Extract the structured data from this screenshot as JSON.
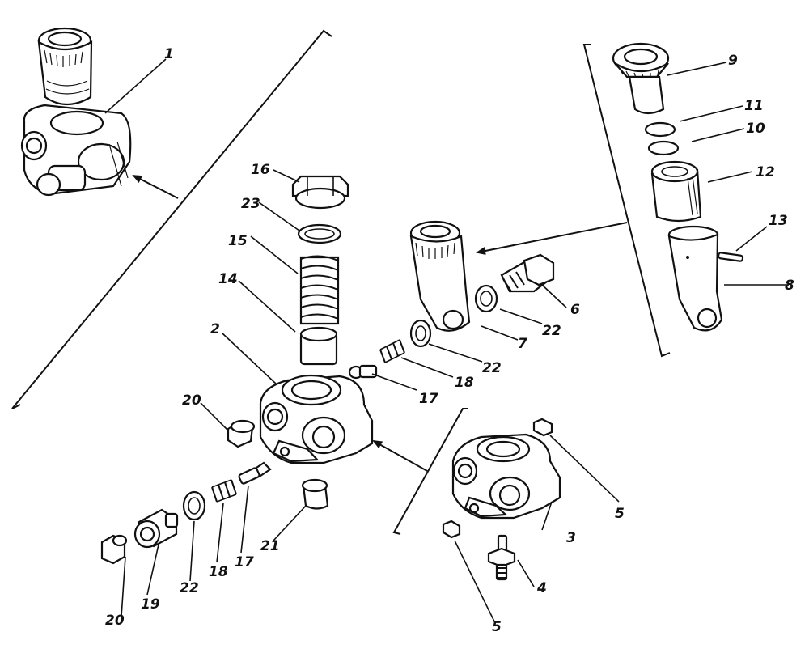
{
  "parts": {
    "p1": "1",
    "p2": "2",
    "p3": "3",
    "p4": "4",
    "p5a": "5",
    "p5b": "5",
    "p6": "6",
    "p7": "7",
    "p8": "8",
    "p9": "9",
    "p10": "10",
    "p11": "11",
    "p12": "12",
    "p13": "13",
    "p14": "14",
    "p15": "15",
    "p16": "16",
    "p17a": "17",
    "p17b": "17",
    "p18a": "18",
    "p18b": "18",
    "p19": "19",
    "p20a": "20",
    "p20b": "20",
    "p21": "21",
    "p22a": "22",
    "p22b": "22",
    "p22c": "22",
    "p23": "23"
  }
}
